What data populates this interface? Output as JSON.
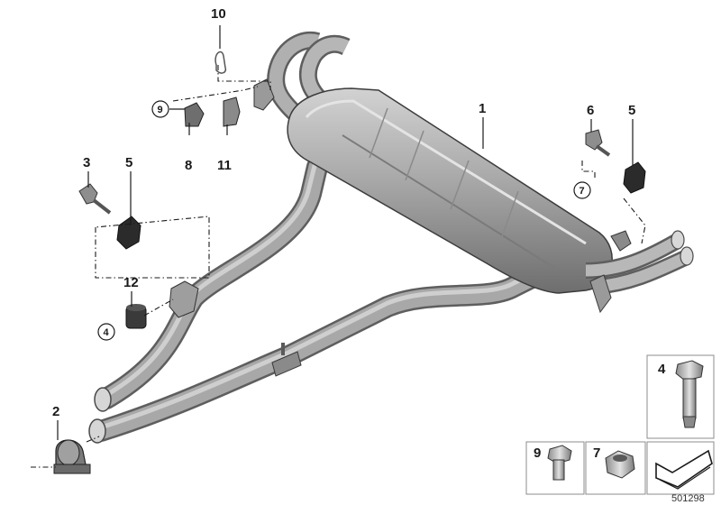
{
  "labels": {
    "p1": "1",
    "p2": "2",
    "p3": "3",
    "p4": "4",
    "p5a": "5",
    "p5b": "5",
    "p6": "6",
    "p7": "7",
    "p8": "8",
    "p9": "9",
    "p10": "10",
    "p11": "11",
    "p12": "12"
  },
  "callouts": {
    "c4": "4",
    "c7": "7",
    "c9": "9"
  },
  "detail_boxes": {
    "bolt": "4",
    "screw": "9",
    "nut": "7"
  },
  "image_number": "501298",
  "colors": {
    "pipe": "#9a9a9a",
    "muffler": "#a6a6a6",
    "rubber": "#2b2b2b",
    "line": "#1a1a1a"
  }
}
